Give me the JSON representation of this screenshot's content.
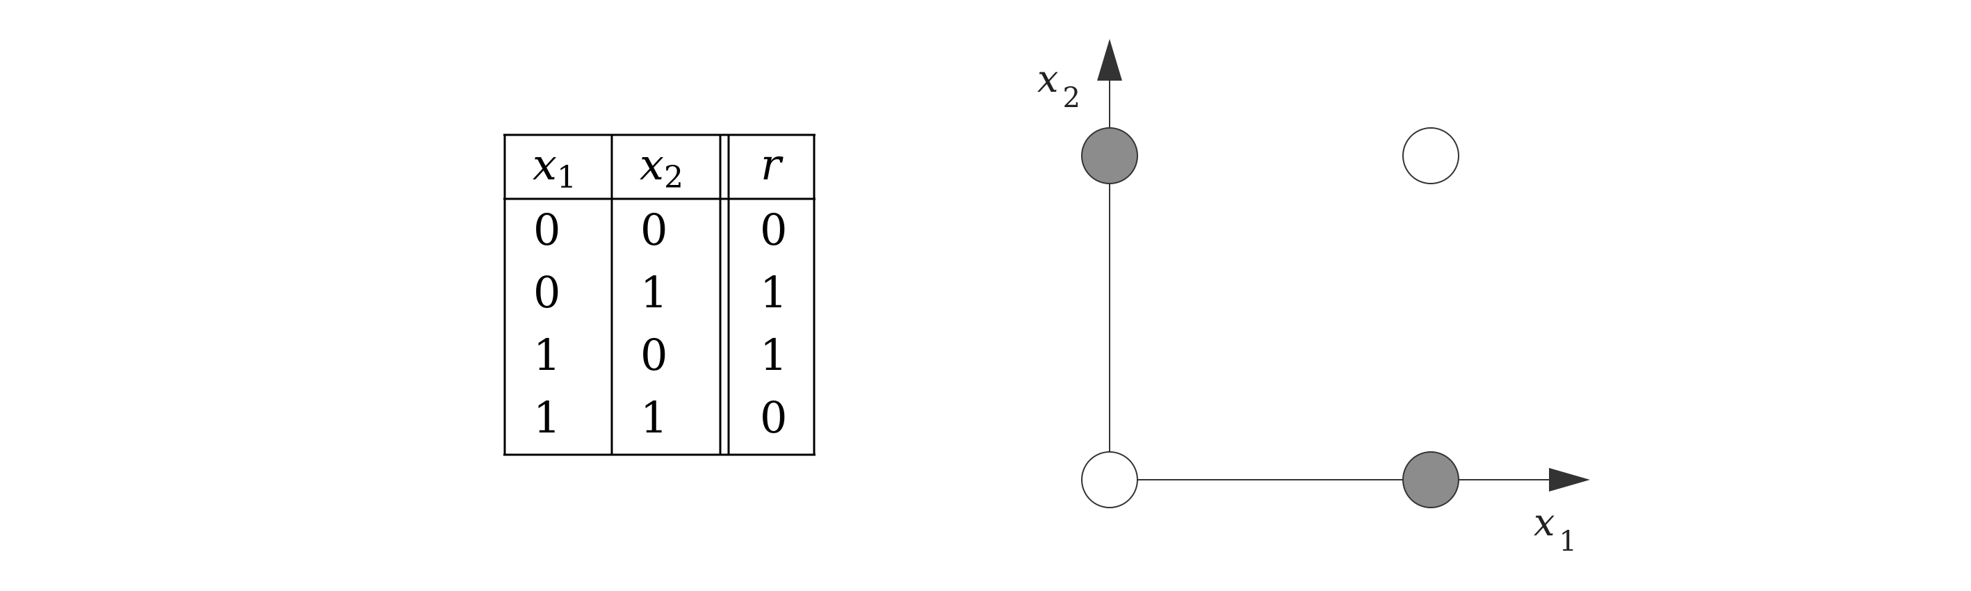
{
  "table": {
    "headers": [
      {
        "base": "x",
        "sub": "1"
      },
      {
        "base": "x",
        "sub": "2"
      },
      {
        "base": "r",
        "sub": ""
      }
    ],
    "rows": [
      [
        "0",
        "0",
        "0"
      ],
      [
        "0",
        "1",
        "1"
      ],
      [
        "1",
        "0",
        "1"
      ],
      [
        "1",
        "1",
        "0"
      ]
    ]
  },
  "plot": {
    "x_axis_label": {
      "base": "x",
      "sub": "1"
    },
    "y_axis_label": {
      "base": "x",
      "sub": "2"
    },
    "points": [
      {
        "x1": 0,
        "x2": 0,
        "r": 0
      },
      {
        "x1": 0,
        "x2": 1,
        "r": 1
      },
      {
        "x1": 1,
        "x2": 0,
        "r": 1
      },
      {
        "x1": 1,
        "x2": 1,
        "r": 0
      }
    ],
    "colors": {
      "r1_fill": "#8c8c8c",
      "r0_fill": "#ffffff",
      "stroke": "#333333",
      "axis": "#333333",
      "arrow": "#333333",
      "table_line": "#000000"
    }
  }
}
